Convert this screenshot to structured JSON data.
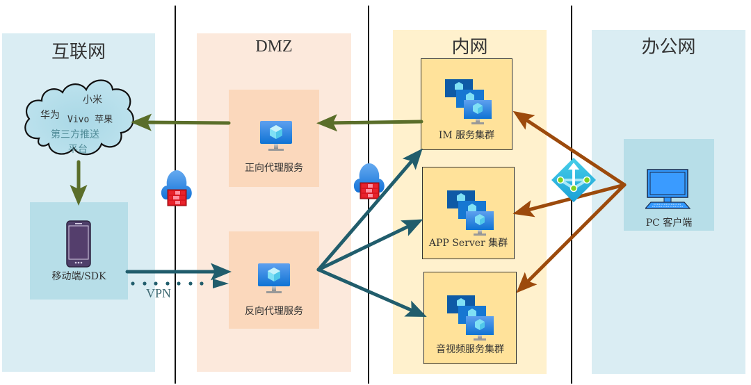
{
  "zones": {
    "internet": {
      "title": "互联网"
    },
    "dmz": {
      "title": "DMZ"
    },
    "intranet": {
      "title": "内网"
    },
    "office": {
      "title": "办公网"
    }
  },
  "cloud": {
    "line1": "小米",
    "line2_a": "华为",
    "line2_b": "Vivo 苹果",
    "line3": "第三方推送",
    "line4": "平台"
  },
  "nodes": {
    "mobile": {
      "label": "移动端/SDK",
      "icon": "smartphone-icon"
    },
    "forward_proxy": {
      "label": "正向代理服务",
      "icon": "virtual-machine-icon"
    },
    "reverse_proxy": {
      "label": "反向代理服务",
      "icon": "virtual-machine-icon"
    },
    "im_cluster": {
      "label": "IM 服务集群",
      "icon": "vm-cluster-icon"
    },
    "app_cluster": {
      "label": "APP Server 集群",
      "icon": "vm-cluster-icon"
    },
    "av_cluster": {
      "label": "音视频服务集群",
      "icon": "vm-cluster-icon"
    },
    "pc_client": {
      "label": "PC 客户端",
      "icon": "desktop-computer-icon"
    }
  },
  "connections": {
    "vpn_label": "VPN"
  },
  "colors": {
    "internet_bg": "#daedf3",
    "internet_inner": "#b7dee8",
    "dmz_bg": "#fce9dc",
    "dmz_inner": "#fbd8bc",
    "intranet_bg": "#fff1cd",
    "intranet_inner": "#ffe29a",
    "office_bg": "#daedf3",
    "office_inner": "#b7dee8",
    "green_arrow": "#5a6e2a",
    "teal_arrow": "#215d6c",
    "brown_arrow": "#9c4a0c"
  }
}
